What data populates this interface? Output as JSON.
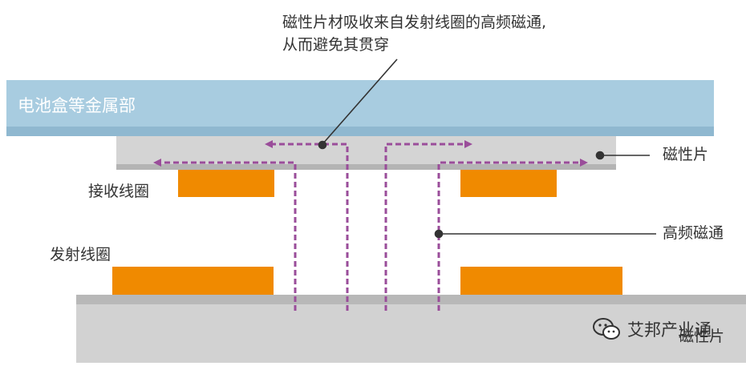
{
  "colors": {
    "metal_layer": "#a8cce0",
    "metal_layer_shadow": "#8fb8d0",
    "magnetic_sheet": "#d4d4d4",
    "magnetic_sheet_edge": "#b4b4b4",
    "base": "#d2d2d2",
    "base_edge": "#b8b8b8",
    "coil": "#f08a00",
    "flux": "#9a4d9a",
    "leader": "#333333",
    "text": "#333333"
  },
  "labels": {
    "metal_parts": "电池盒等金属部",
    "magnetic_sheet_top": "磁性片",
    "receiver_coil": "接收线圈",
    "transmitter_coil": "发射线圈",
    "hf_flux": "高频磁通",
    "magnetic_sheet_bottom": "磁性片"
  },
  "annotation": {
    "line1": "磁性片材吸收来自发射线圈的高频磁通,",
    "line2": "从而避免其贯穿"
  },
  "watermark": {
    "text": "艾邦产业通",
    "icon": "wechat-icon"
  }
}
